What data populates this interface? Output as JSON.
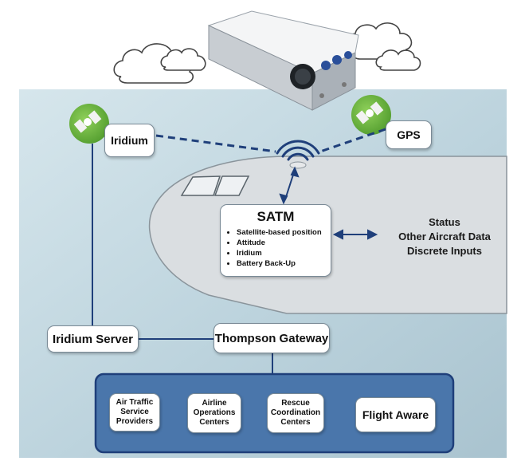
{
  "nodes": {
    "iridium": "Iridium",
    "gps": "GPS",
    "iridium_server": "Iridium Server",
    "gateway": "Thompson Gateway"
  },
  "satm": {
    "title": "SATM",
    "features": [
      "Satellite-based position",
      "Attitude",
      "Iridium",
      "Battery Back-Up"
    ]
  },
  "aircraft_data": [
    "Status",
    "Other Aircraft Data",
    "Discrete Inputs"
  ],
  "stakeholders": [
    "Air Traffic Service Providers",
    "Airline Operations Centers",
    "Rescue Coordination Centers",
    "Flight Aware"
  ],
  "colors": {
    "link": "#1f3f7a",
    "sky_top": "#cfe0e7",
    "fuselage": "#d8dcdf",
    "panel": "#3f6aa0",
    "satellite": "#6db33f"
  },
  "icons": [
    "cloud-icon",
    "satm-device-image",
    "satellite-icon",
    "signal-icon"
  ]
}
